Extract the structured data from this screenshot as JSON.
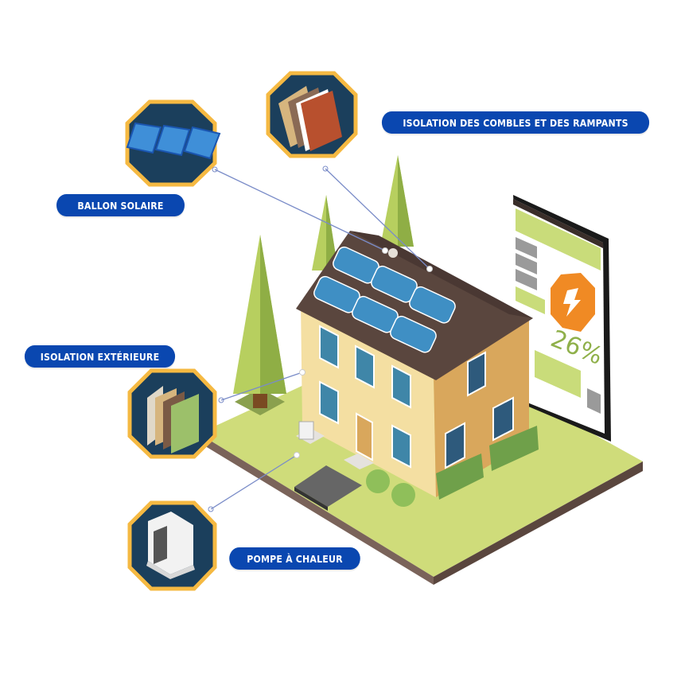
{
  "labels": {
    "combles": "ISOLATION DES COMBLES ET DES RAMPANTS",
    "ballon": "BALLON SOLAIRE",
    "exterieure": "ISOLATION EXTÉRIEURE",
    "pompe": "POMPE À CHALEUR"
  },
  "phone": {
    "percentage": "26%",
    "icon": "lightning-bolt-icon"
  },
  "badges": [
    {
      "name": "solar-panel-badge",
      "icon": "solar-panel-icon"
    },
    {
      "name": "roof-insulation-badge",
      "icon": "roof-layers-icon"
    },
    {
      "name": "wall-insulation-badge",
      "icon": "wall-layers-icon"
    },
    {
      "name": "heat-pump-badge",
      "icon": "heat-pump-icon"
    }
  ],
  "colors": {
    "label_bg": "#0a47b0",
    "badge_bg": "#1b3f5c",
    "badge_ring": "#f5b942",
    "grass": "#cfdc7a",
    "soil": "#7a635a",
    "roof": "#5a463e",
    "wall_front": "#f4dfa2",
    "wall_side": "#d9a75c",
    "accent_orange": "#f08a24",
    "phone_green": "#c9dc7a"
  }
}
